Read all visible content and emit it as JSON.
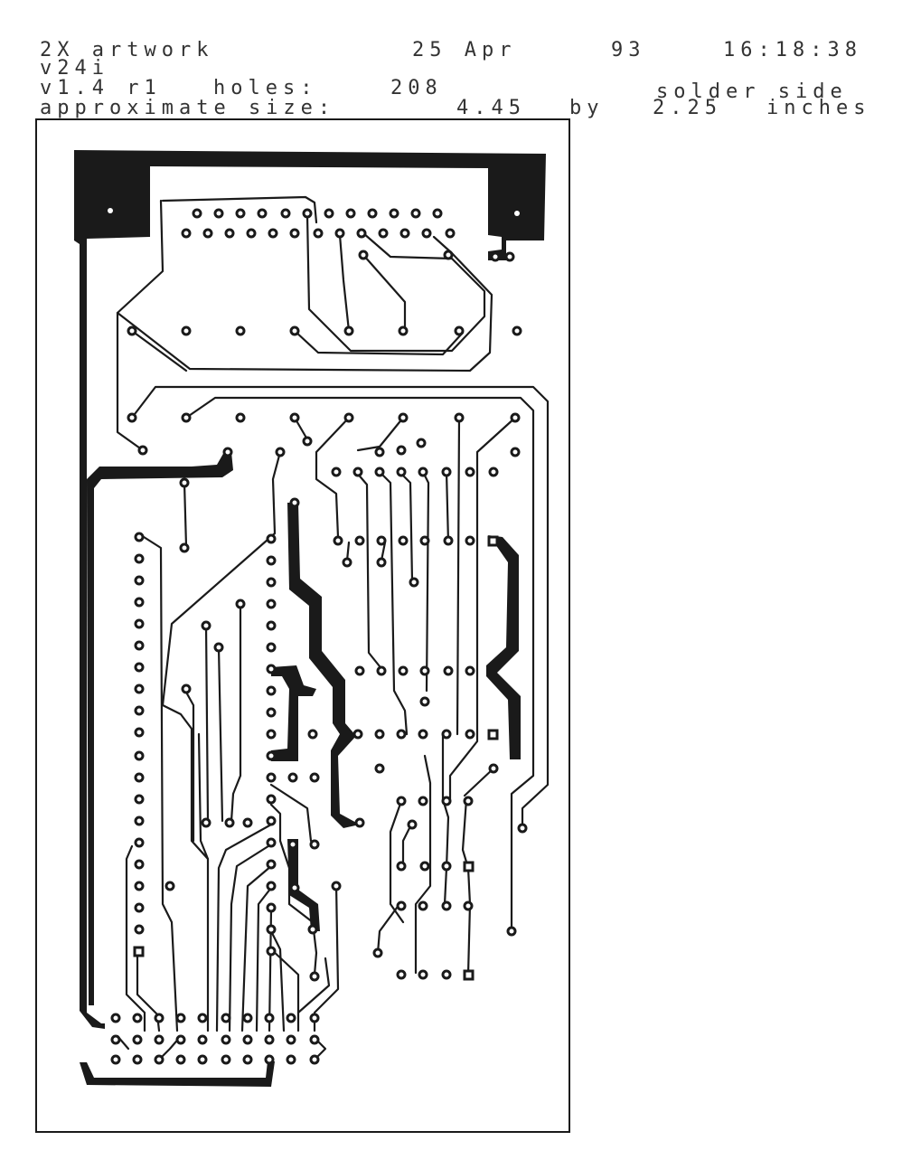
{
  "header": {
    "title": "2X artwork",
    "date": "25 Apr",
    "year": "93",
    "time": "16:18:38",
    "name": "v24i",
    "version": "v1.4 r1",
    "holes_label": "holes:",
    "holes_count": "208",
    "side": "solder side",
    "size_text": "approximate size:",
    "width": "4.45",
    "by": "by",
    "height": "2.25",
    "unit": "inches"
  },
  "colors": {
    "ink": "#1a1a1a",
    "paper": "#ffffff"
  }
}
